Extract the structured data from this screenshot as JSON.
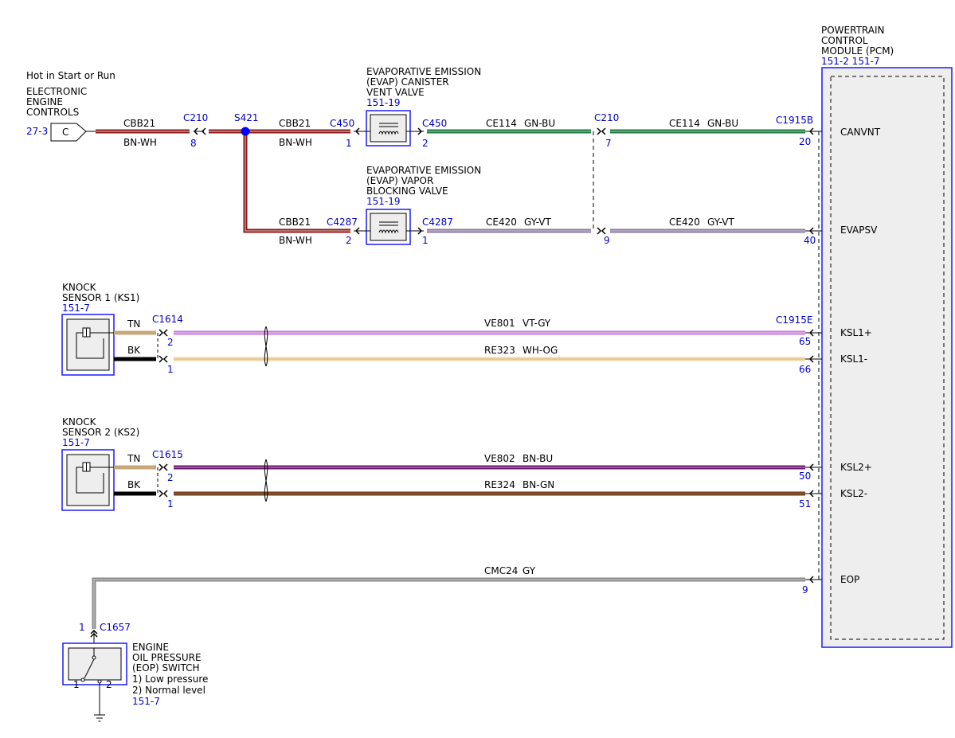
{
  "colors": {
    "ref_text": "#0000cc",
    "component_border": "#1a1aff",
    "component_fill": "#eeeeee",
    "splice": "#0000ff",
    "wire_BN_WH": "#8b1a1a",
    "wire_GN_BU": "#1f7a3e",
    "wire_GY_VT": "#8a7d9a",
    "wire_VT_GY": "#cc77dd",
    "wire_WH_OG": "#f0d8a8",
    "wire_BN_BU": "#6a1a6a",
    "wire_BN_GN": "#7a3a1a",
    "wire_GY": "#8a8a8a",
    "wire_TN": "#c9a77a",
    "wire_BK": "#000000"
  },
  "source": {
    "hot_label": "Hot in Start or Run",
    "title": [
      "ELECTRONIC",
      "ENGINE",
      "CONTROLS"
    ],
    "ref": "27-3",
    "connector_letter": "C"
  },
  "pcm": {
    "title": [
      "POWERTRAIN",
      "CONTROL",
      "MODULE (PCM)"
    ],
    "refs": "151-2  151-7",
    "pins": {
      "canvnt": "CANVNT",
      "evapsv": "EVAPSV",
      "ksl1p": "KSL1+",
      "ksl1m": "KSL1-",
      "ksl2p": "KSL2+",
      "ksl2m": "KSL2-",
      "eop": "EOP"
    }
  },
  "vent_valve": {
    "title": [
      "EVAPORATIVE EMISSION",
      "(EVAP) CANISTER",
      "VENT VALVE"
    ],
    "ref": "151-19"
  },
  "blocking_valve": {
    "title": [
      "EVAPORATIVE EMISSION",
      "(EVAP) VAPOR",
      "BLOCKING VALVE"
    ],
    "ref": "151-19"
  },
  "ks1": {
    "title": [
      "KNOCK",
      "SENSOR 1 (KS1)"
    ],
    "ref": "151-7"
  },
  "ks2": {
    "title": [
      "KNOCK",
      "SENSOR 2 (KS2)"
    ],
    "ref": "151-7"
  },
  "eop_switch": {
    "title": [
      "ENGINE",
      "OIL PRESSURE",
      "(EOP) SWITCH",
      "1) Low pressure",
      "2) Normal level"
    ],
    "ref": "151-7",
    "contact1": "1",
    "contact2": "2"
  },
  "connectors": {
    "c210_a": "C210",
    "c210_a_pin": "8",
    "s421": "S421",
    "c450_a": "C450",
    "c450_a_pin": "1",
    "c450_b": "C450",
    "c450_b_pin": "2",
    "c210_b": "C210",
    "c210_b_pin": "7",
    "c210_b_pin2": "9",
    "c1915b": "C1915B",
    "c1915b_pin": "20",
    "c1915b_pin2": "40",
    "c4287_a": "C4287",
    "c4287_a_pin": "2",
    "c4287_b": "C4287",
    "c4287_b_pin": "1",
    "c1614": "C1614",
    "c1614_pin_a": "2",
    "c1614_pin_b": "1",
    "c1915e": "C1915E",
    "c1915e_pin_a": "65",
    "c1915e_pin_b": "66",
    "c1615": "C1615",
    "c1615_pin_a": "2",
    "c1615_pin_b": "1",
    "c1915_ks2_pin_a": "50",
    "c1915_ks2_pin_b": "51",
    "c1657": "C1657",
    "c1657_pin": "1",
    "eop_pcm_pin": "9"
  },
  "wires": {
    "cbb21": {
      "circuit": "CBB21",
      "color": "BN-WH"
    },
    "ce114": {
      "circuit": "CE114",
      "color": "GN-BU"
    },
    "ce420": {
      "circuit": "CE420",
      "color": "GY-VT"
    },
    "ve801": {
      "circuit": "VE801",
      "color": "VT-GY"
    },
    "re323": {
      "circuit": "RE323",
      "color": "WH-OG"
    },
    "ve802": {
      "circuit": "VE802",
      "color": "BN-BU"
    },
    "re324": {
      "circuit": "RE324",
      "color": "BN-GN"
    },
    "cmc24": {
      "circuit": "CMC24",
      "color": "GY"
    },
    "tn": "TN",
    "bk": "BK"
  }
}
